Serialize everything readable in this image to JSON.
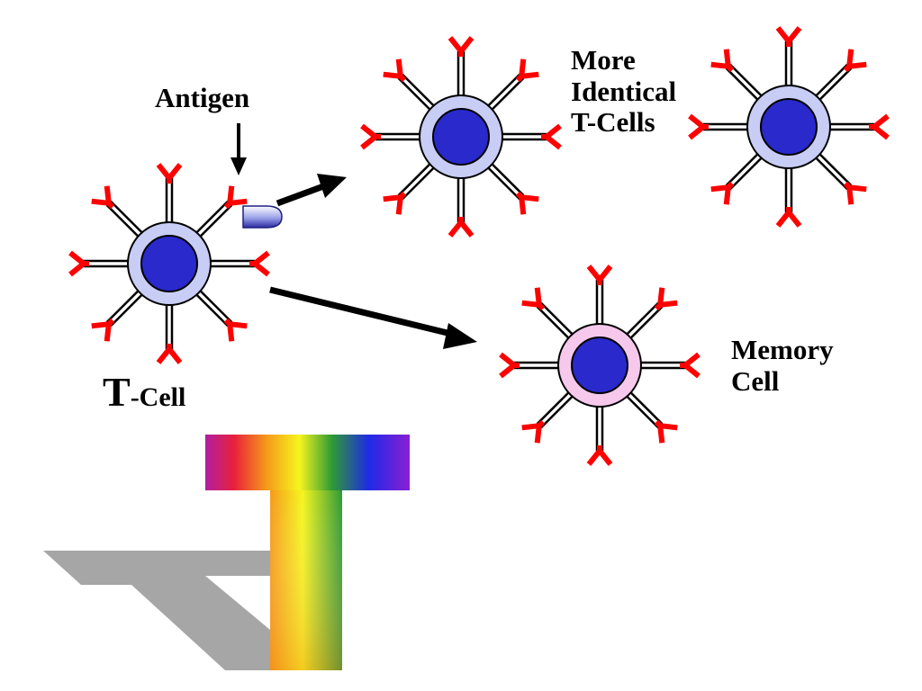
{
  "labels": {
    "antigen": "Antigen",
    "tcell_big_letter": "T",
    "tcell_rest": "-Cell",
    "more_line1": "More",
    "more_line2": "Identical",
    "more_line3": "T-Cells",
    "memory_line1": "Memory",
    "memory_line2": "Cell"
  },
  "colors": {
    "receptor": "#ff0000",
    "nucleus": "#2929cc",
    "tcell_cytoplasm": "#c8cdf5",
    "memory_cytoplasm": "#f5c8ec",
    "arrow": "#000000",
    "shadow": "#a6a6a6"
  },
  "cells": [
    {
      "name": "t-cell",
      "cytoplasm": "tcell",
      "icon": "cell-icon"
    },
    {
      "name": "identical-t-cell-1",
      "cytoplasm": "tcell",
      "icon": "cell-icon"
    },
    {
      "name": "identical-t-cell-2",
      "cytoplasm": "tcell",
      "icon": "cell-icon"
    },
    {
      "name": "memory-cell",
      "cytoplasm": "memory",
      "icon": "cell-icon"
    }
  ],
  "logo": {
    "icon": "rainbow-t-logo-icon"
  }
}
